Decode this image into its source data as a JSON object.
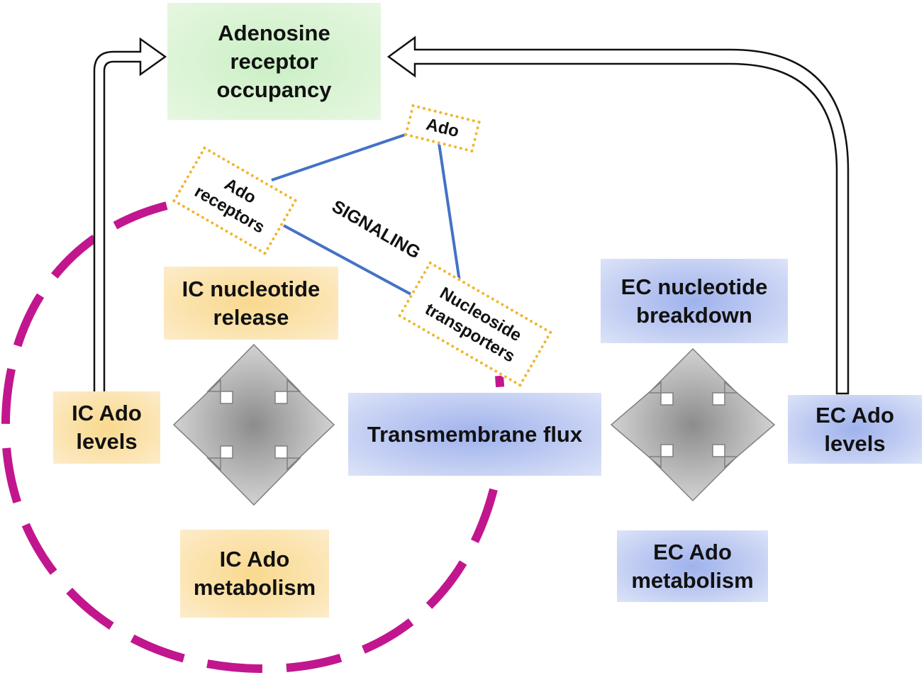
{
  "colors": {
    "magenta_dash": "#c2168e",
    "blue_line": "#4472c4",
    "arrow_gray": "#a6a6a6",
    "dotted_orange": "#f3b52a"
  },
  "boxes": {
    "adenosine_receptor_occupancy": "Adenosine\nreceptor\noccupancy",
    "ic_nucleotide_release": "IC nucleotide\nrelease",
    "ic_ado_levels": "IC Ado\nlevels",
    "ic_ado_metabolism": "IC Ado\nmetabolism",
    "transmembrane_flux": "Transmembrane flux",
    "ec_nucleotide_breakdown": "EC nucleotide\nbreakdown",
    "ec_ado_levels": "EC Ado\nlevels",
    "ec_ado_metabolism": "EC Ado\nmetabolism"
  },
  "signaling": {
    "label": "SIGNALING",
    "ado": "Ado",
    "ado_receptors": "Ado\nreceptors",
    "nucleoside_transporters": "Nucleoside\ntransporters"
  },
  "icons": {
    "left_cross": "four-way-arrow-icon",
    "right_cross": "four-way-arrow-icon",
    "left_feedback": "hollow-arrow-icon",
    "right_feedback": "hollow-arrow-icon"
  }
}
